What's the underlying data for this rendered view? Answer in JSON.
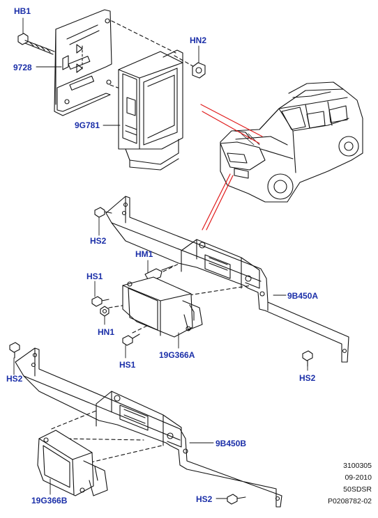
{
  "callouts": {
    "hb1": "HB1",
    "p9728": "9728",
    "hn2": "HN2",
    "p9g781": "9G781",
    "hs2_a": "HS2",
    "hm1": "HM1",
    "hs1_a": "HS1",
    "p9b450a": "9B450A",
    "hn1": "HN1",
    "hs1_b": "HS1",
    "p19g366a": "19G366A",
    "hs2_b": "HS2",
    "hs2_c": "HS2",
    "p9b450b": "9B450B",
    "p19g366b": "19G366B",
    "hs2_d": "HS2"
  },
  "reference": {
    "line1": "3100305",
    "line2": "09-2010",
    "line3": "50SDSR",
    "line4": "P0208782-02"
  },
  "colors": {
    "callout_text": "#1a2ea8",
    "linework": "#111111",
    "highlight_lines": "#e01b1b",
    "background": "#ffffff"
  }
}
